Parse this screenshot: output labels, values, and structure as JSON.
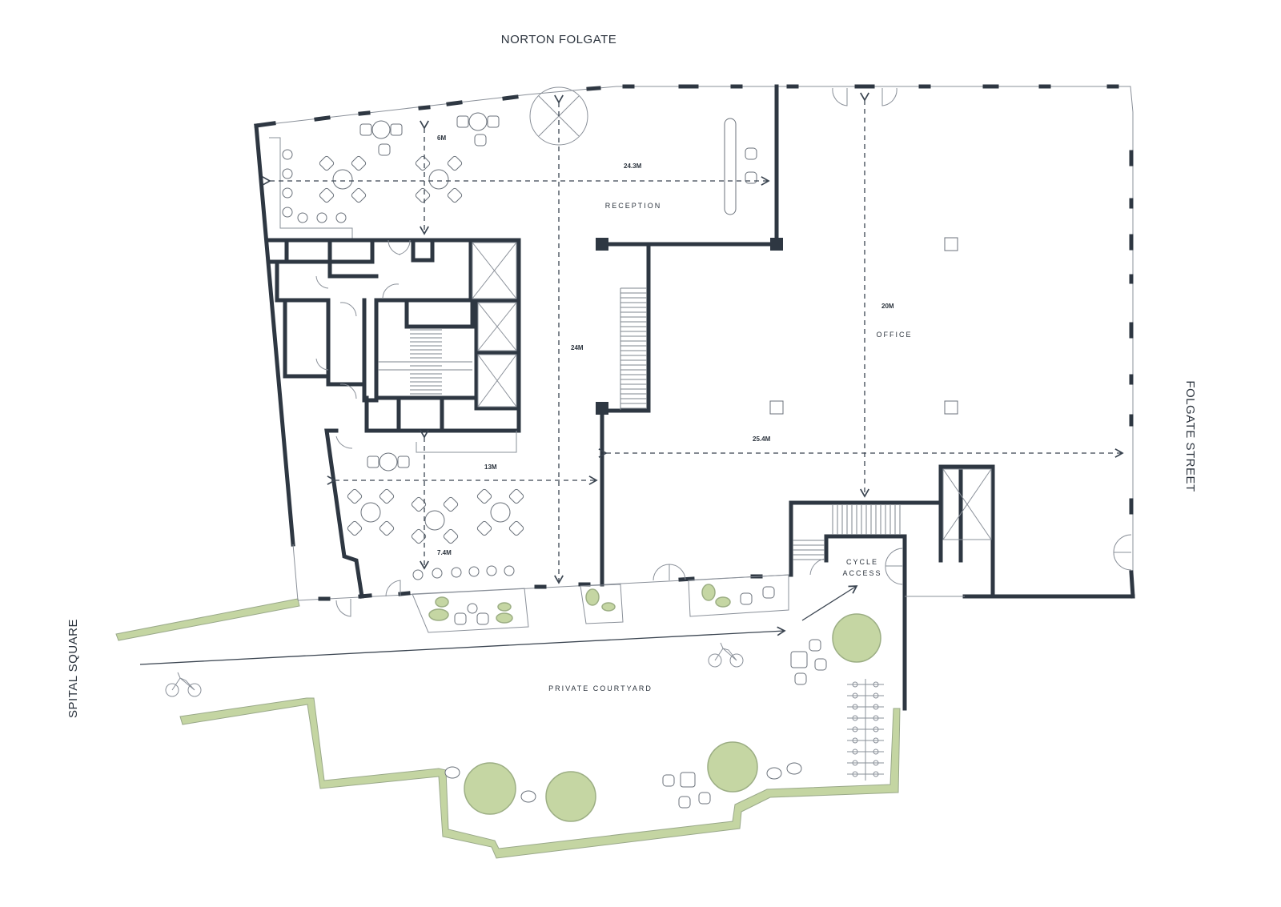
{
  "streets": {
    "north": "NORTON FOLGATE",
    "east": "FOLGATE STREET",
    "west": "SPITAL SQUARE"
  },
  "rooms": {
    "reception": "RECEPTION",
    "office": "OFFICE",
    "cycle_access_line1": "CYCLE",
    "cycle_access_line2": "ACCESS",
    "courtyard": "PRIVATE COURTYARD"
  },
  "dimensions": {
    "d6": "6M",
    "d24_3": "24.3M",
    "d24": "24M",
    "d20": "20M",
    "d25_4": "25.4M",
    "d13": "13M",
    "d7_4": "7.4M"
  },
  "colors": {
    "wall": "#2e3742",
    "greenery": "#c4d5a2"
  }
}
